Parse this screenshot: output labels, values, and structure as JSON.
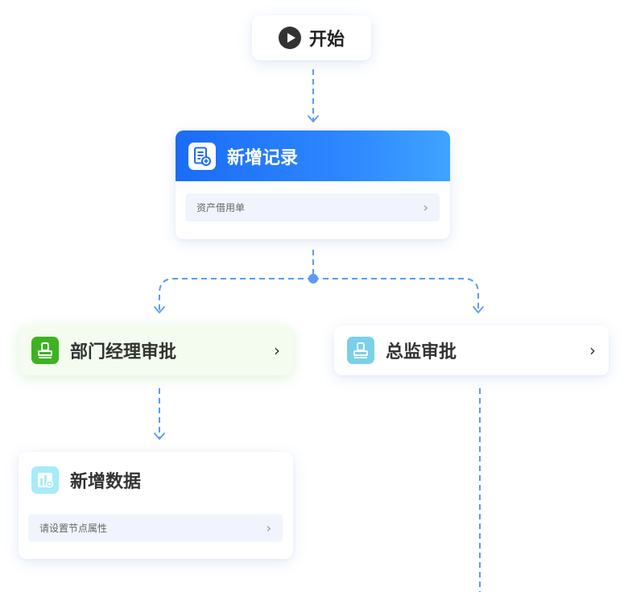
{
  "start": {
    "label": "开始",
    "icon": "play-icon"
  },
  "add_record": {
    "title": "新增记录",
    "icon": "document-add-icon",
    "field": {
      "value": "资产借用单",
      "chevron": "›"
    }
  },
  "dept_approval": {
    "title": "部门经理审批",
    "icon": "stamp-icon",
    "chevron": "›"
  },
  "director_approval": {
    "title": "总监审批",
    "icon": "stamp-icon",
    "chevron": "›"
  },
  "add_data": {
    "title": "新增数据",
    "icon": "chart-add-icon",
    "field": {
      "value": "请设置节点属性",
      "chevron": "›"
    }
  },
  "colors": {
    "accent_blue": "#1a6cf6",
    "connector": "#5b9bf5",
    "dept_green": "#3db321",
    "director_cyan": "#79d1e8",
    "add_data_cyan": "#a6ecf8"
  }
}
